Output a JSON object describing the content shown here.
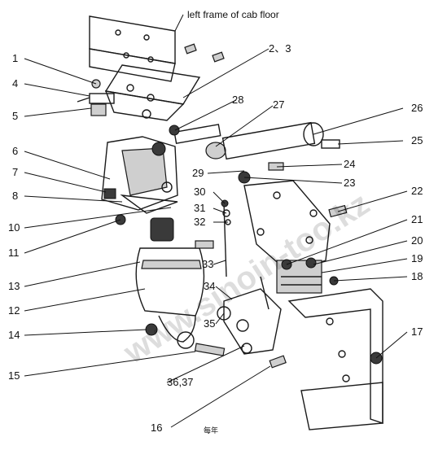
{
  "diagram": {
    "caption_frame": "left frame of cab floor",
    "watermark": "www.sinoin-too.kz",
    "footer_mark": "每年",
    "callouts": {
      "c1": "1",
      "c4": "4",
      "c5": "5",
      "c6": "6",
      "c7": "7",
      "c8": "8",
      "c10": "10",
      "c11": "11",
      "c13": "13",
      "c12": "12",
      "c14": "14",
      "c15": "15",
      "c16": "16",
      "c17": "17",
      "c18": "18",
      "c19": "19",
      "c20": "20",
      "c21": "21",
      "c22": "22",
      "c23": "23",
      "c24": "24",
      "c25": "25",
      "c26": "26",
      "c27": "27",
      "c28": "28",
      "c29": "29",
      "c30": "30",
      "c31": "31",
      "c32": "32",
      "c33": "33",
      "c34": "34",
      "c35": "35",
      "c23b": "2、3",
      "c3637": "36,37"
    }
  }
}
